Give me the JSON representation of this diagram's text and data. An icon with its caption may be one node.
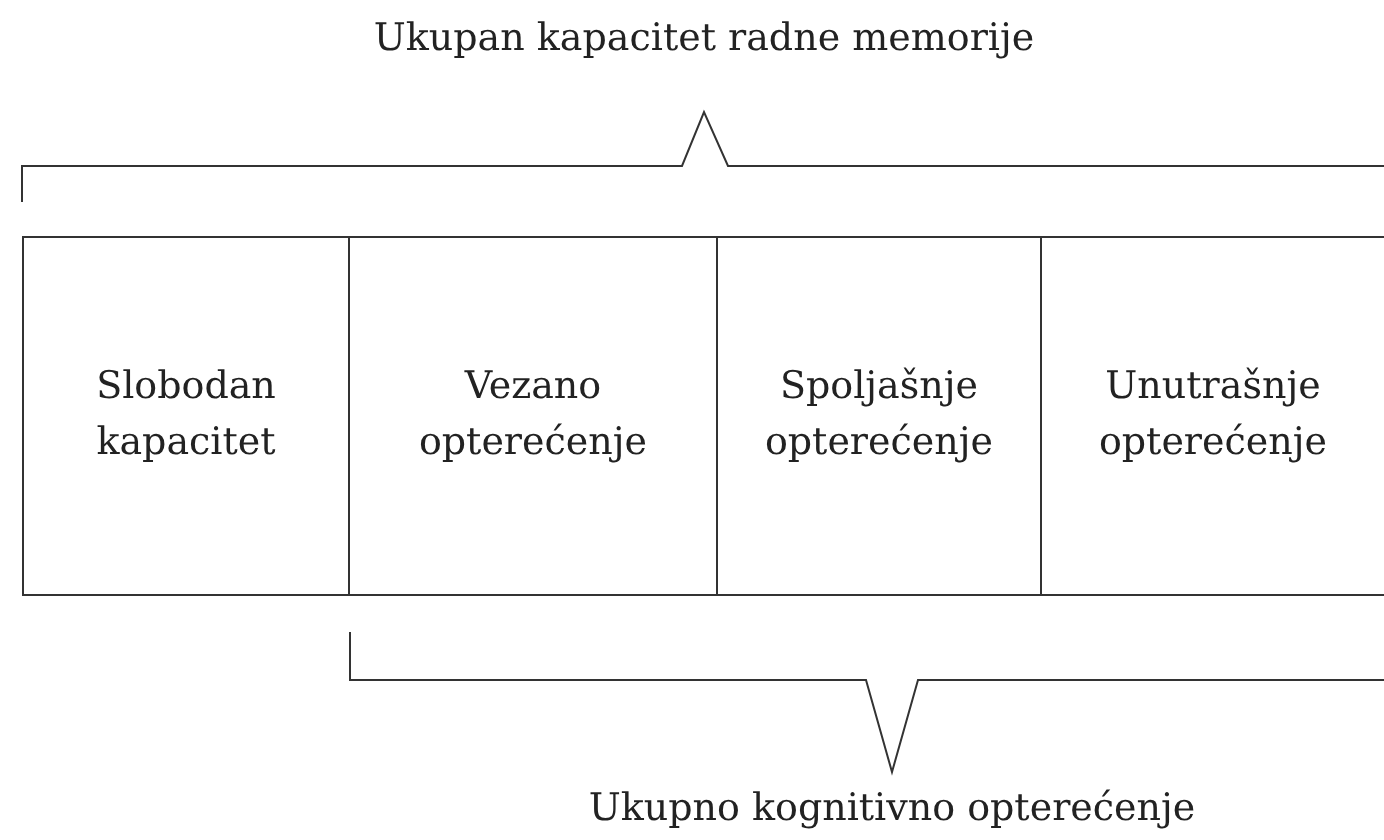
{
  "diagram": {
    "nodes": [
      {
        "text": [
          "Slobodan kapacitet"
        ]
      },
      {
        "text": [
          "Vezano opterećenje"
        ]
      },
      {
        "text": [
          "Spoljašnje opterećenje"
        ]
      },
      {
        "text": [
          "Unutrašnje opterećenje"
        ]
      }
    ],
    "labels": [
      "Ukupan kapacitet radne memorije",
      "Ukupno kognitivno opterećenje"
    ]
  }
}
